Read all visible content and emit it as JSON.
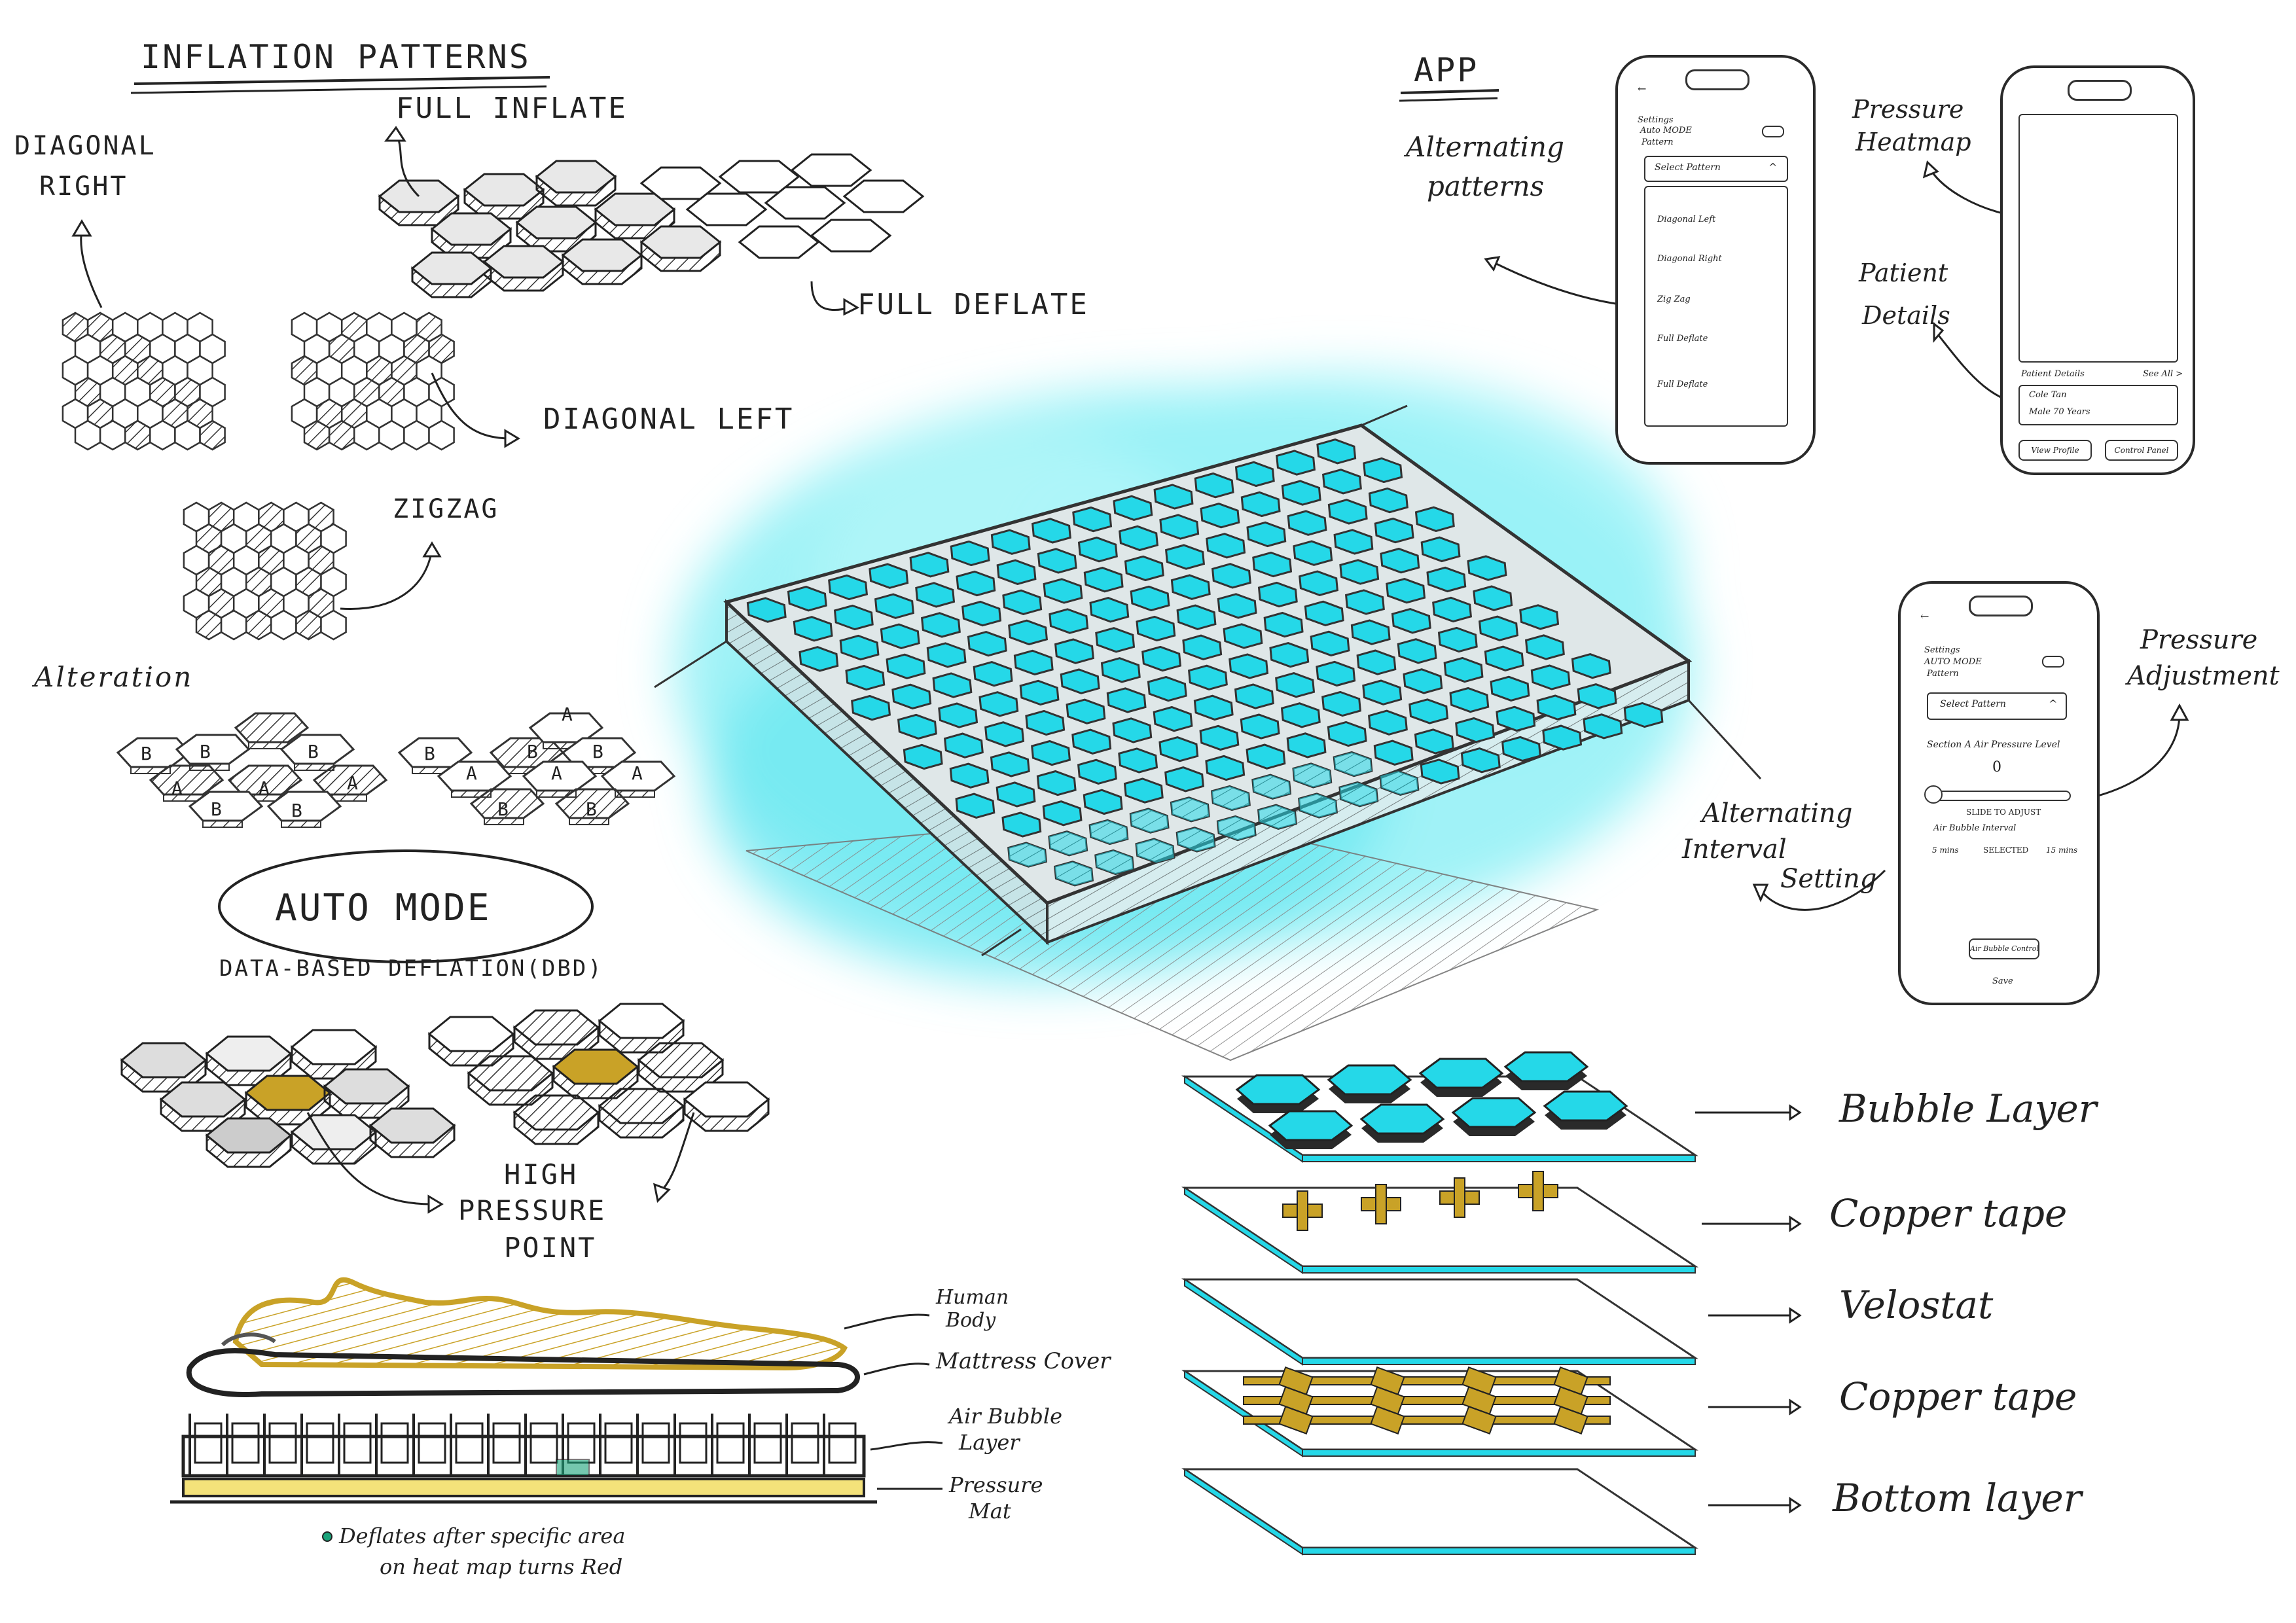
{
  "colors": {
    "accent_cyan": "#25d8e8",
    "cyan_glow": "#8ff0f6",
    "copper": "#c9a227",
    "ink": "#222222",
    "highlight_green": "#1aa37a"
  },
  "left": {
    "heading": "INFLATION PATTERNS",
    "full_inflate": "FULL INFLATE",
    "full_deflate": "FULL DEFLATE",
    "diagonal_right_line1": "DIAGONAL",
    "diagonal_right_line2": "RIGHT",
    "diagonal_left": "DIAGONAL LEFT",
    "zigzag": "ZIGZAG",
    "alteration": "Alteration",
    "cell_a": "A",
    "cell_b": "B"
  },
  "auto": {
    "title": "AUTO MODE",
    "subtitle": "DATA-BASED DEFLATION(DBD)",
    "high_line1": "HIGH",
    "high_line2": "PRESSURE",
    "high_line3": "POINT"
  },
  "cross_section": {
    "human_line1": "Human",
    "human_line2": "Body",
    "mattress_cover": "Mattress Cover",
    "air_line1": "Air Bubble",
    "air_line2": "Layer",
    "mat_line1": "Pressure",
    "mat_line2": "Mat",
    "note_line1": "Deflates after specific area",
    "note_line2": "on heat map turns Red"
  },
  "app": {
    "heading": "APP",
    "alternating_line1": "Alternating",
    "alternating_line2": "patterns",
    "heatmap_line1": "Pressure",
    "heatmap_line2": "Heatmap",
    "patient_line1": "Patient",
    "patient_line2": "Details",
    "adjust_line1": "Pressure",
    "adjust_line2": "Adjustment",
    "interval_line1": "Alternating",
    "interval_line2": "Interval",
    "interval_line3": "Setting"
  },
  "phone1": {
    "back": "←",
    "settings": "Settings",
    "auto_mode": "Auto MODE",
    "pattern": "Pattern",
    "select": "Select Pattern",
    "caret": "^",
    "options": [
      "Diagonal Left",
      "Diagonal Right",
      "Zig Zag",
      "Full Deflate",
      "Full Deflate"
    ]
  },
  "phone2": {
    "patient_details": "Patient Details",
    "see_all": "See All >",
    "name": "Cole Tan",
    "info": "Male   70 Years",
    "view_profile": "View Profile",
    "control_panel": "Control Panel"
  },
  "phone3": {
    "back": "←",
    "settings": "Settings",
    "auto_mode": "AUTO MODE",
    "pattern": "Pattern",
    "select": "Select Pattern",
    "caret": "^",
    "section_level": "Section A Air Pressure Level",
    "level_value": "0",
    "slide": "SLIDE TO ADJUST",
    "interval_label": "Air Bubble Interval",
    "min5": "5 mins",
    "selected": "SELECTED",
    "min15": "15 mins",
    "control_btn": "Air Bubble Control",
    "save": "Save"
  },
  "layers": {
    "bubble": "Bubble Layer",
    "copper1": "Copper tape",
    "velostat": "Velostat",
    "copper2": "Copper tape",
    "bottom": "Bottom layer"
  }
}
